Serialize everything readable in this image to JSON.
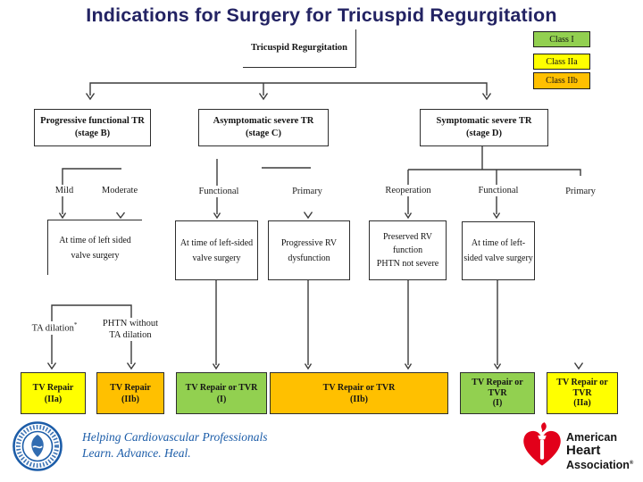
{
  "title": "Indications for Surgery for Tricuspid Regurgitation",
  "legend": {
    "class1": "Class I",
    "class2a": "Class IIa",
    "class2b": "Class IIb"
  },
  "colors": {
    "class1_green": "#92D050",
    "class2a_yellow": "#FFFF00",
    "class2b_orange": "#FFC000",
    "title_navy": "#232363",
    "acc_blue": "#1B5CA8",
    "aha_red": "#E2001A"
  },
  "flowchart": {
    "root": "Tricuspid Regurgitation",
    "stages": {
      "b": {
        "line1": "Progressive functional TR",
        "line2": "(stage B)"
      },
      "c": {
        "line1": "Asymptomatic severe TR",
        "line2": "(stage C)"
      },
      "d": {
        "line1": "Symptomatic severe TR",
        "line2": "(stage D)"
      }
    },
    "branches": {
      "mild": "Mild",
      "moderate": "Moderate",
      "functional_c": "Functional",
      "primary_c": "Primary",
      "reoperation": "Reoperation",
      "functional_d": "Functional",
      "primary_d": "Primary",
      "ta_dilation_text": "TA dilation",
      "ta_dilation_sup": "*",
      "phtn_line1": "PHTN without",
      "phtn_line2": "TA dilation"
    },
    "criteria": {
      "a": {
        "line1": "At time of left sided",
        "line2": "valve surgery"
      },
      "b": {
        "line1": "At time of left-sided",
        "line2": "valve surgery"
      },
      "c": {
        "line1": "Progressive RV",
        "line2": "dysfunction"
      },
      "d": {
        "line1": "Preserved RV",
        "line2": "function",
        "line3": "PHTN not severe"
      },
      "e": {
        "line1": "At time of left-",
        "line2": "sided valve surgery"
      }
    },
    "outcomes": {
      "o1": {
        "line1": "TV Repair",
        "line2": "(IIa)"
      },
      "o2": {
        "line1": "TV Repair",
        "line2": "(IIb)"
      },
      "o3": {
        "line1": "TV Repair or TVR",
        "line2": "(I)"
      },
      "o4": {
        "line1": "TV Repair or TVR",
        "line2": "(IIb)"
      },
      "o5": {
        "line1": "TV Repair or",
        "line2": "TVR",
        "line3": "(I)"
      },
      "o6": {
        "line1": "TV Repair or",
        "line2": "TVR",
        "line3": "(IIa)"
      }
    }
  },
  "footer": {
    "acc_tagline_line1": "Helping Cardiovascular Professionals",
    "acc_tagline_line2": "Learn. Advance. Heal.",
    "aha_line1": "American",
    "aha_line2": "Heart",
    "aha_line3": "Association",
    "aha_reg": "®"
  }
}
